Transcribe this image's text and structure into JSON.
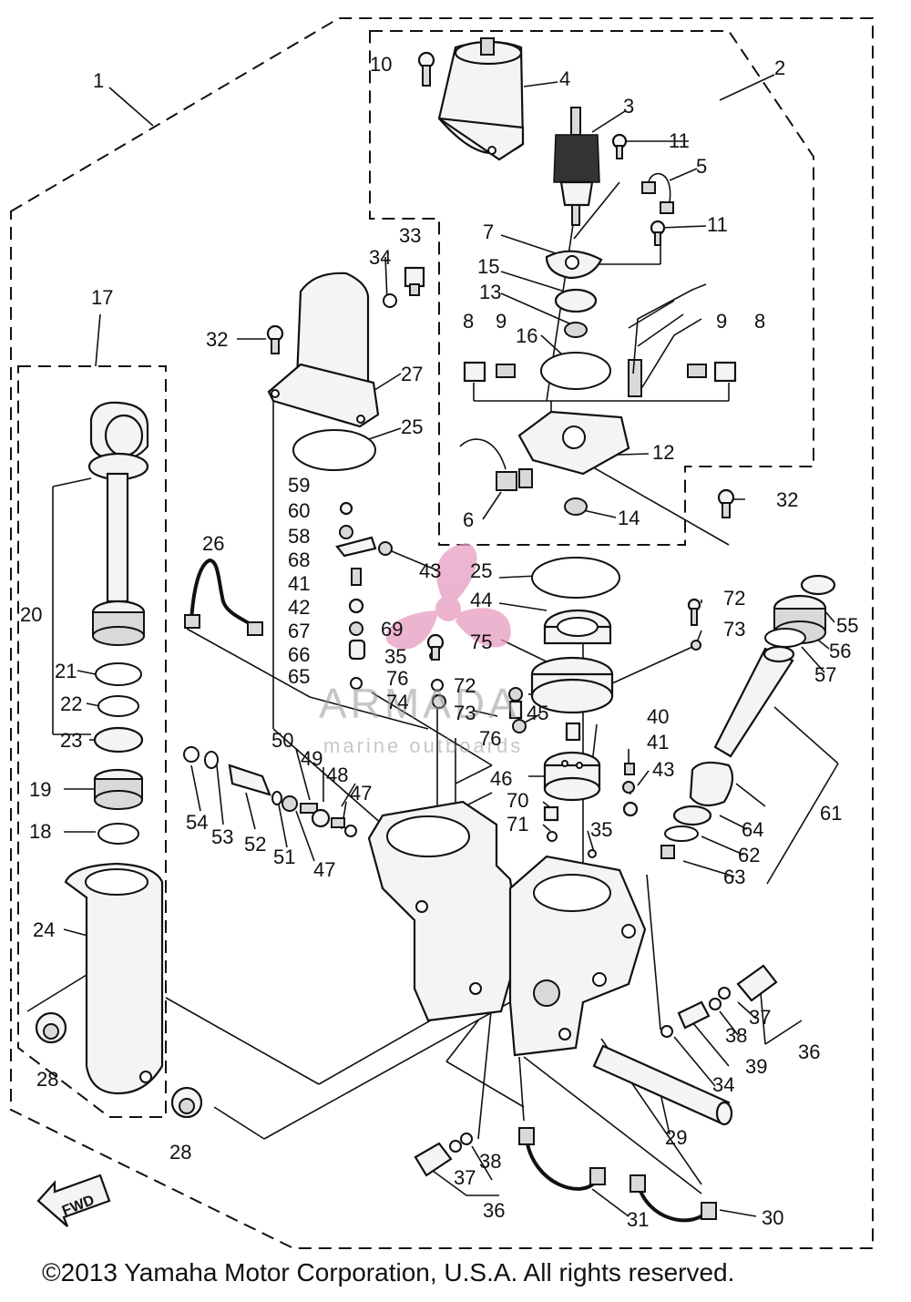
{
  "watermark": {
    "brand": "ARMADA",
    "tagline": "marine outboards",
    "accent_color": "#e79cc0"
  },
  "diagram": {
    "forward_label": "FWD",
    "copyright": "©2013 Yamaha Motor Corporation, U.S.A. All rights reserved.",
    "callouts": {
      "n1": "1",
      "n2": "2",
      "n3": "3",
      "n4": "4",
      "n5": "5",
      "n6": "6",
      "n7": "7",
      "n8a": "8",
      "n8b": "8",
      "n9a": "9",
      "n9b": "9",
      "n10": "10",
      "n11a": "11",
      "n11b": "11",
      "n12": "12",
      "n13": "13",
      "n14": "14",
      "n15": "15",
      "n16": "16",
      "n17": "17",
      "n18": "18",
      "n19": "19",
      "n20": "20",
      "n21": "21",
      "n22": "22",
      "n23": "23",
      "n24": "24",
      "n25a": "25",
      "n25b": "25",
      "n26": "26",
      "n27": "27",
      "n28a": "28",
      "n28b": "28",
      "n29": "29",
      "n30": "30",
      "n31": "31",
      "n32a": "32",
      "n32b": "32",
      "n33": "33",
      "n34a": "34",
      "n34b": "34",
      "n35a": "35",
      "n35b": "35",
      "n36a": "36",
      "n36b": "36",
      "n37a": "37",
      "n37b": "37",
      "n38a": "38",
      "n38b": "38",
      "n39": "39",
      "n40": "40",
      "n41a": "41",
      "n41b": "41",
      "n42": "42",
      "n43a": "43",
      "n43b": "43",
      "n44": "44",
      "n45": "45",
      "n46": "46",
      "n47a": "47",
      "n47b": "47",
      "n48": "48",
      "n49": "49",
      "n50": "50",
      "n51": "51",
      "n52": "52",
      "n53": "53",
      "n54": "54",
      "n55": "55",
      "n56": "56",
      "n57": "57",
      "n58": "58",
      "n59": "59",
      "n60": "60",
      "n61": "61",
      "n62": "62",
      "n63": "63",
      "n64": "64",
      "n65": "65",
      "n66": "66",
      "n67": "67",
      "n68": "68",
      "n69": "69",
      "n70": "70",
      "n71": "71",
      "n72a": "72",
      "n72b": "72",
      "n73a": "73",
      "n73b": "73",
      "n74": "74",
      "n75": "75",
      "n76a": "76",
      "n76b": "76"
    }
  }
}
